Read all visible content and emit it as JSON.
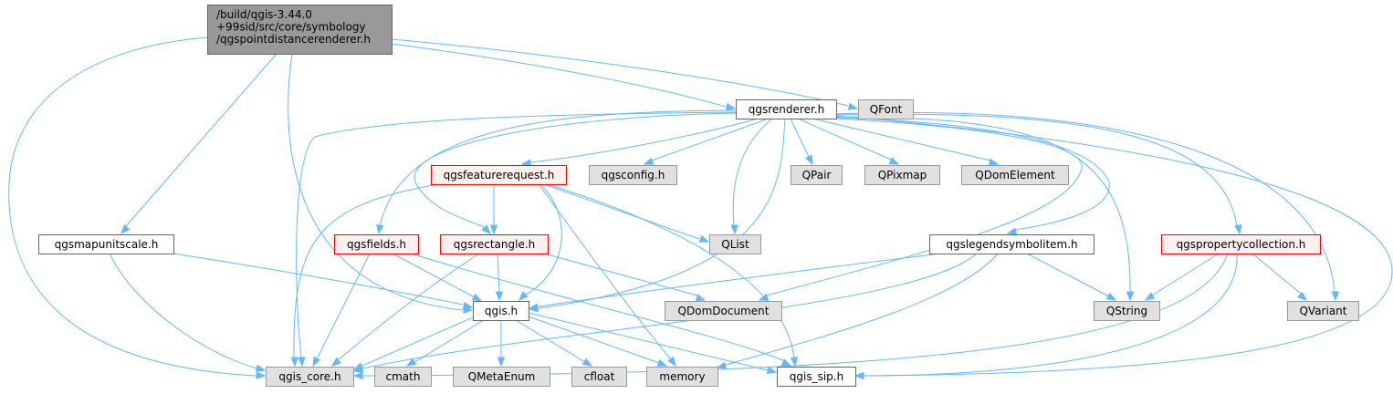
{
  "colors": {
    "edge": "#63b8ff",
    "root_fill": "#999999",
    "root_border": "#666666",
    "local_fill": "#ffffff",
    "local_border": "#666666",
    "external_fill": "#e0e0e0",
    "external_border": "#999999",
    "incomplete_fill": "#fff0f0",
    "incomplete_border": "#ff0000"
  },
  "nodes": [
    {
      "id": "root",
      "lines": [
        "/build/qgis-3.44.0",
        "+99sid/src/core/symbology",
        "/qgspointdistancerenderer.h"
      ],
      "kind": "root"
    },
    {
      "id": "qgsrenderer",
      "lines": [
        "qgsrenderer.h"
      ],
      "kind": "local"
    },
    {
      "id": "QFont",
      "lines": [
        "QFont"
      ],
      "kind": "external"
    },
    {
      "id": "qgsfeaturerequest",
      "lines": [
        "qgsfeaturerequest.h"
      ],
      "kind": "incomplete"
    },
    {
      "id": "qgsconfig",
      "lines": [
        "qgsconfig.h"
      ],
      "kind": "external"
    },
    {
      "id": "QPair",
      "lines": [
        "QPair"
      ],
      "kind": "external"
    },
    {
      "id": "QPixmap",
      "lines": [
        "QPixmap"
      ],
      "kind": "external"
    },
    {
      "id": "QDomElement",
      "lines": [
        "QDomElement"
      ],
      "kind": "external"
    },
    {
      "id": "qgsmapunitscale",
      "lines": [
        "qgsmapunitscale.h"
      ],
      "kind": "local"
    },
    {
      "id": "qgsfields",
      "lines": [
        "qgsfields.h"
      ],
      "kind": "incomplete"
    },
    {
      "id": "qgsrectangle",
      "lines": [
        "qgsrectangle.h"
      ],
      "kind": "incomplete"
    },
    {
      "id": "QList",
      "lines": [
        "QList"
      ],
      "kind": "external"
    },
    {
      "id": "qgslegendsymbolitem",
      "lines": [
        "qgslegendsymbolitem.h"
      ],
      "kind": "local"
    },
    {
      "id": "qgspropertycollection",
      "lines": [
        "qgspropertycollection.h"
      ],
      "kind": "incomplete"
    },
    {
      "id": "qgis",
      "lines": [
        "qgis.h"
      ],
      "kind": "local"
    },
    {
      "id": "QDomDocument",
      "lines": [
        "QDomDocument"
      ],
      "kind": "external"
    },
    {
      "id": "QString",
      "lines": [
        "QString"
      ],
      "kind": "external"
    },
    {
      "id": "QVariant",
      "lines": [
        "QVariant"
      ],
      "kind": "external"
    },
    {
      "id": "qgis_core",
      "lines": [
        "qgis_core.h"
      ],
      "kind": "external"
    },
    {
      "id": "cmath",
      "lines": [
        "cmath"
      ],
      "kind": "external"
    },
    {
      "id": "QMetaEnum",
      "lines": [
        "QMetaEnum"
      ],
      "kind": "external"
    },
    {
      "id": "cfloat",
      "lines": [
        "cfloat"
      ],
      "kind": "external"
    },
    {
      "id": "memory",
      "lines": [
        "memory"
      ],
      "kind": "external"
    },
    {
      "id": "qgis_sip",
      "lines": [
        "qgis_sip.h"
      ],
      "kind": "local"
    }
  ],
  "edges": [
    [
      "root",
      "qgis_core"
    ],
    [
      "root",
      "qgsmapunitscale"
    ],
    [
      "root",
      "qgis"
    ],
    [
      "root",
      "qgsrenderer"
    ],
    [
      "root",
      "QFont"
    ],
    [
      "qgsrenderer",
      "qgis_core"
    ],
    [
      "qgsrenderer",
      "qgis_sip"
    ],
    [
      "qgsrenderer",
      "qgis"
    ],
    [
      "qgsrenderer",
      "qgsfields"
    ],
    [
      "qgsrenderer",
      "qgsfeaturerequest"
    ],
    [
      "qgsrenderer",
      "qgsrectangle"
    ],
    [
      "qgsrenderer",
      "qgsconfig"
    ],
    [
      "qgsrenderer",
      "QList"
    ],
    [
      "qgsrenderer",
      "QPair"
    ],
    [
      "qgsrenderer",
      "QPixmap"
    ],
    [
      "qgsrenderer",
      "QDomElement"
    ],
    [
      "qgsrenderer",
      "QDomDocument"
    ],
    [
      "qgsrenderer",
      "qgslegendsymbolitem"
    ],
    [
      "qgsrenderer",
      "QString"
    ],
    [
      "qgsrenderer",
      "qgspropertycollection"
    ],
    [
      "qgsrenderer",
      "QVariant"
    ],
    [
      "qgsfeaturerequest",
      "qgis_core"
    ],
    [
      "qgsfeaturerequest",
      "qgis"
    ],
    [
      "qgsfeaturerequest",
      "qgsrectangle"
    ],
    [
      "qgsfeaturerequest",
      "QList"
    ],
    [
      "qgsfeaturerequest",
      "memory"
    ],
    [
      "qgsfeaturerequest",
      "qgis_sip"
    ],
    [
      "qgsmapunitscale",
      "qgis_core"
    ],
    [
      "qgsmapunitscale",
      "qgis"
    ],
    [
      "qgsfields",
      "qgis_core"
    ],
    [
      "qgsfields",
      "qgis"
    ],
    [
      "qgsfields",
      "qgis_sip"
    ],
    [
      "qgsrectangle",
      "qgis_core"
    ],
    [
      "qgsrectangle",
      "qgis"
    ],
    [
      "qgsrectangle",
      "QDomDocument"
    ],
    [
      "qgslegendsymbolitem",
      "qgis"
    ],
    [
      "qgslegendsymbolitem",
      "qgis_core"
    ],
    [
      "qgslegendsymbolitem",
      "memory"
    ],
    [
      "qgslegendsymbolitem",
      "QString"
    ],
    [
      "qgspropertycollection",
      "QString"
    ],
    [
      "qgspropertycollection",
      "QVariant"
    ],
    [
      "qgspropertycollection",
      "qgis_core"
    ],
    [
      "qgspropertycollection",
      "qgis_sip"
    ],
    [
      "qgis",
      "qgis_core"
    ],
    [
      "qgis",
      "cmath"
    ],
    [
      "qgis",
      "QMetaEnum"
    ],
    [
      "qgis",
      "cfloat"
    ],
    [
      "qgis",
      "memory"
    ],
    [
      "qgis",
      "qgis_sip"
    ]
  ]
}
